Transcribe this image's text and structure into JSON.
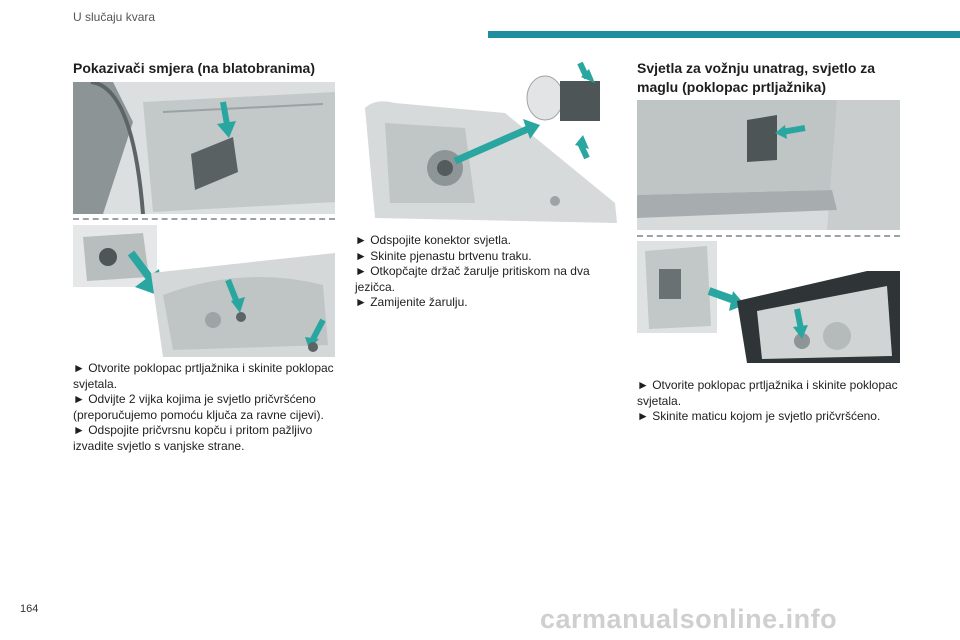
{
  "header": {
    "title": "U slučaju kvara"
  },
  "colors": {
    "accent": "#1f8fa0",
    "arrow": "#2aa6a0"
  },
  "left": {
    "title": "Pokazivači smjera (na blatobranima)",
    "steps": [
      "Otvorite poklopac prtljažnika i skinite poklopac svjetala.",
      "Odvijte 2 vijka kojima je svjetlo pričvršćeno (preporučujemo pomoću ključa za ravne cijevi).",
      "Odspojite pričvrsnu kopču i pritom pažljivo izvadite svjetlo s vanjske strane."
    ]
  },
  "middle": {
    "steps": [
      "Odspojite konektor svjetla.",
      "Skinite pjenastu brtvenu traku.",
      "Otkopčajte držač žarulje pritiskom na dva jezičca.",
      "Zamijenite žarulju."
    ]
  },
  "right": {
    "title": "Svjetla za vožnju unatrag, svjetlo za maglu (poklopac prtljažnika)",
    "steps": [
      "Otvorite poklopac prtljažnika i skinite poklopac svjetala.",
      "Skinite maticu kojom je svjetlo pričvršćeno."
    ]
  },
  "footer": {
    "page_number": "164",
    "watermark": "carmanualsonline.info"
  }
}
